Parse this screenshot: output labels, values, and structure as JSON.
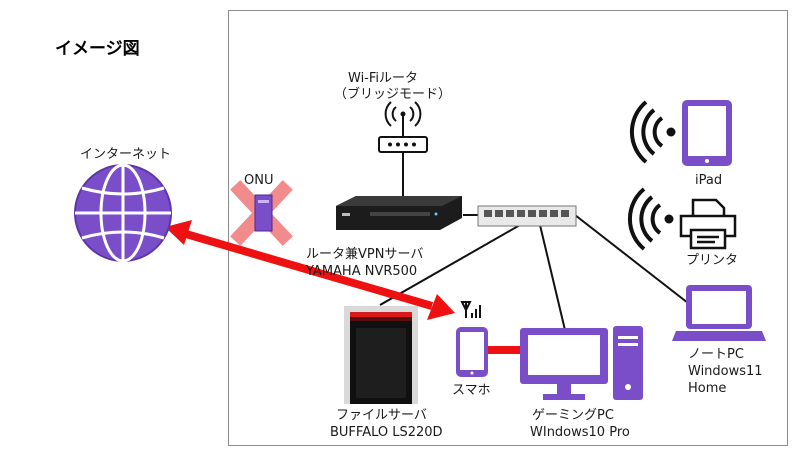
{
  "title": "イメージ図",
  "colors": {
    "accent": "#7b4ec9",
    "link": "#ee1111",
    "onu_cross": "#f28b8b",
    "device_dark": "#1c1c1c"
  },
  "nodes": {
    "internet": {
      "label": "インターネット",
      "icon": "globe-icon"
    },
    "onu": {
      "label": "ONU",
      "icon": "onu-icon"
    },
    "router": {
      "label_line1": "ルータ兼VPNサーバ",
      "label_line2": "YAMAHA NVR500",
      "icon": "router-icon"
    },
    "wifi": {
      "label_line1": "Wi-Fiルータ",
      "label_line2": "（ブリッジモード）",
      "icon": "wifi-router-icon"
    },
    "switch": {
      "label": "",
      "icon": "switch-hub-icon"
    },
    "ipad": {
      "label": "iPad",
      "icon": "tablet-icon"
    },
    "printer": {
      "label": "プリンタ",
      "icon": "printer-icon"
    },
    "notebook": {
      "label_line1": "ノートPC",
      "label_line2": "Windows11",
      "label_line3": "Home",
      "icon": "laptop-icon"
    },
    "nas": {
      "label_line1": "ファイルサーバ",
      "label_line2": "BUFFALO LS220D",
      "icon": "nas-icon"
    },
    "smartphone": {
      "label": "スマホ",
      "icon": "smartphone-icon"
    },
    "gaming_pc": {
      "label_line1": "ゲーミングPC",
      "label_line2": "WIndows10 Pro",
      "icon": "desktop-pc-icon"
    }
  }
}
